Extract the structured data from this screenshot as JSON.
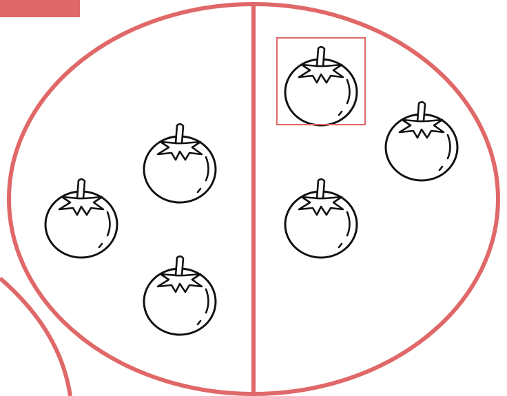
{
  "colors": {
    "outline": "#e06868",
    "tab": "#e06868",
    "selection_frame": "#e06868",
    "tomato_stroke": "#111111",
    "background": "#ffffff"
  },
  "icons": {
    "item": "tomato-icon"
  },
  "groups": [
    {
      "name": "left-half",
      "tomato_count": 3
    },
    {
      "name": "right-half",
      "tomato_count": 3
    }
  ],
  "total_tomatoes": 6,
  "selected_index": 0
}
